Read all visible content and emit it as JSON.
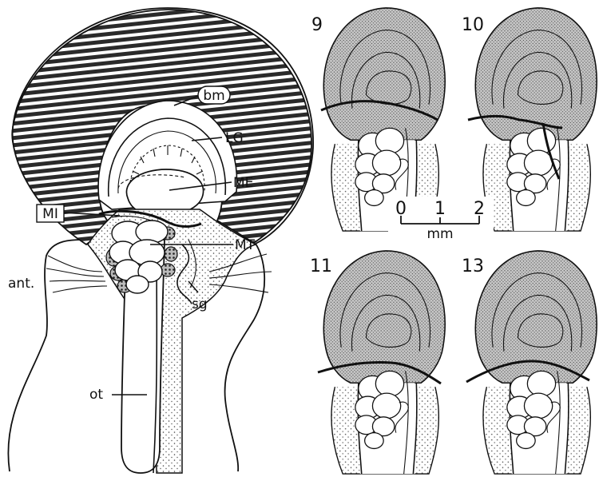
{
  "main_figure": {
    "labels": {
      "bm": "bm",
      "lg": "LG",
      "me": "ME",
      "mi": "MI",
      "mt": "MT",
      "ant": "ant.",
      "sg": "sg",
      "ot": "ot"
    }
  },
  "panels": [
    {
      "number": "9"
    },
    {
      "number": "10"
    },
    {
      "number": "11"
    },
    {
      "number": "13"
    }
  ],
  "scale_bar": {
    "tick_0": "0",
    "tick_1": "1",
    "tick_2": "2",
    "unit": "mm"
  },
  "colors": {
    "ink": "#111111",
    "background": "#ffffff",
    "stipple": "#9a9a9a"
  }
}
